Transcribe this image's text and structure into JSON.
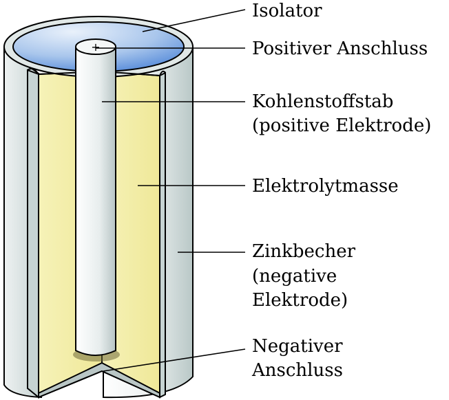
{
  "colors": {
    "insulator": "#4f86d8",
    "electrolyte": "#f3eea6",
    "zinc_can": "#d6e0df",
    "carbon_rod": "#e6ecec",
    "outline": "#000000"
  },
  "labels": {
    "isolator": "Isolator",
    "positive_terminal": "Positiver Anschluss",
    "carbon_rod_line1": "Kohlenstoffstab",
    "carbon_rod_line2": "(positive Elektrode)",
    "electrolyte": "Elektrolytmasse",
    "zinc_can_line1": "Zinkbecher",
    "zinc_can_line2": "(negative",
    "zinc_can_line3": "Elektrode)",
    "negative_terminal_line1": "Negativer",
    "negative_terminal_line2": "Anschluss"
  },
  "symbols": {
    "plus": "+"
  }
}
